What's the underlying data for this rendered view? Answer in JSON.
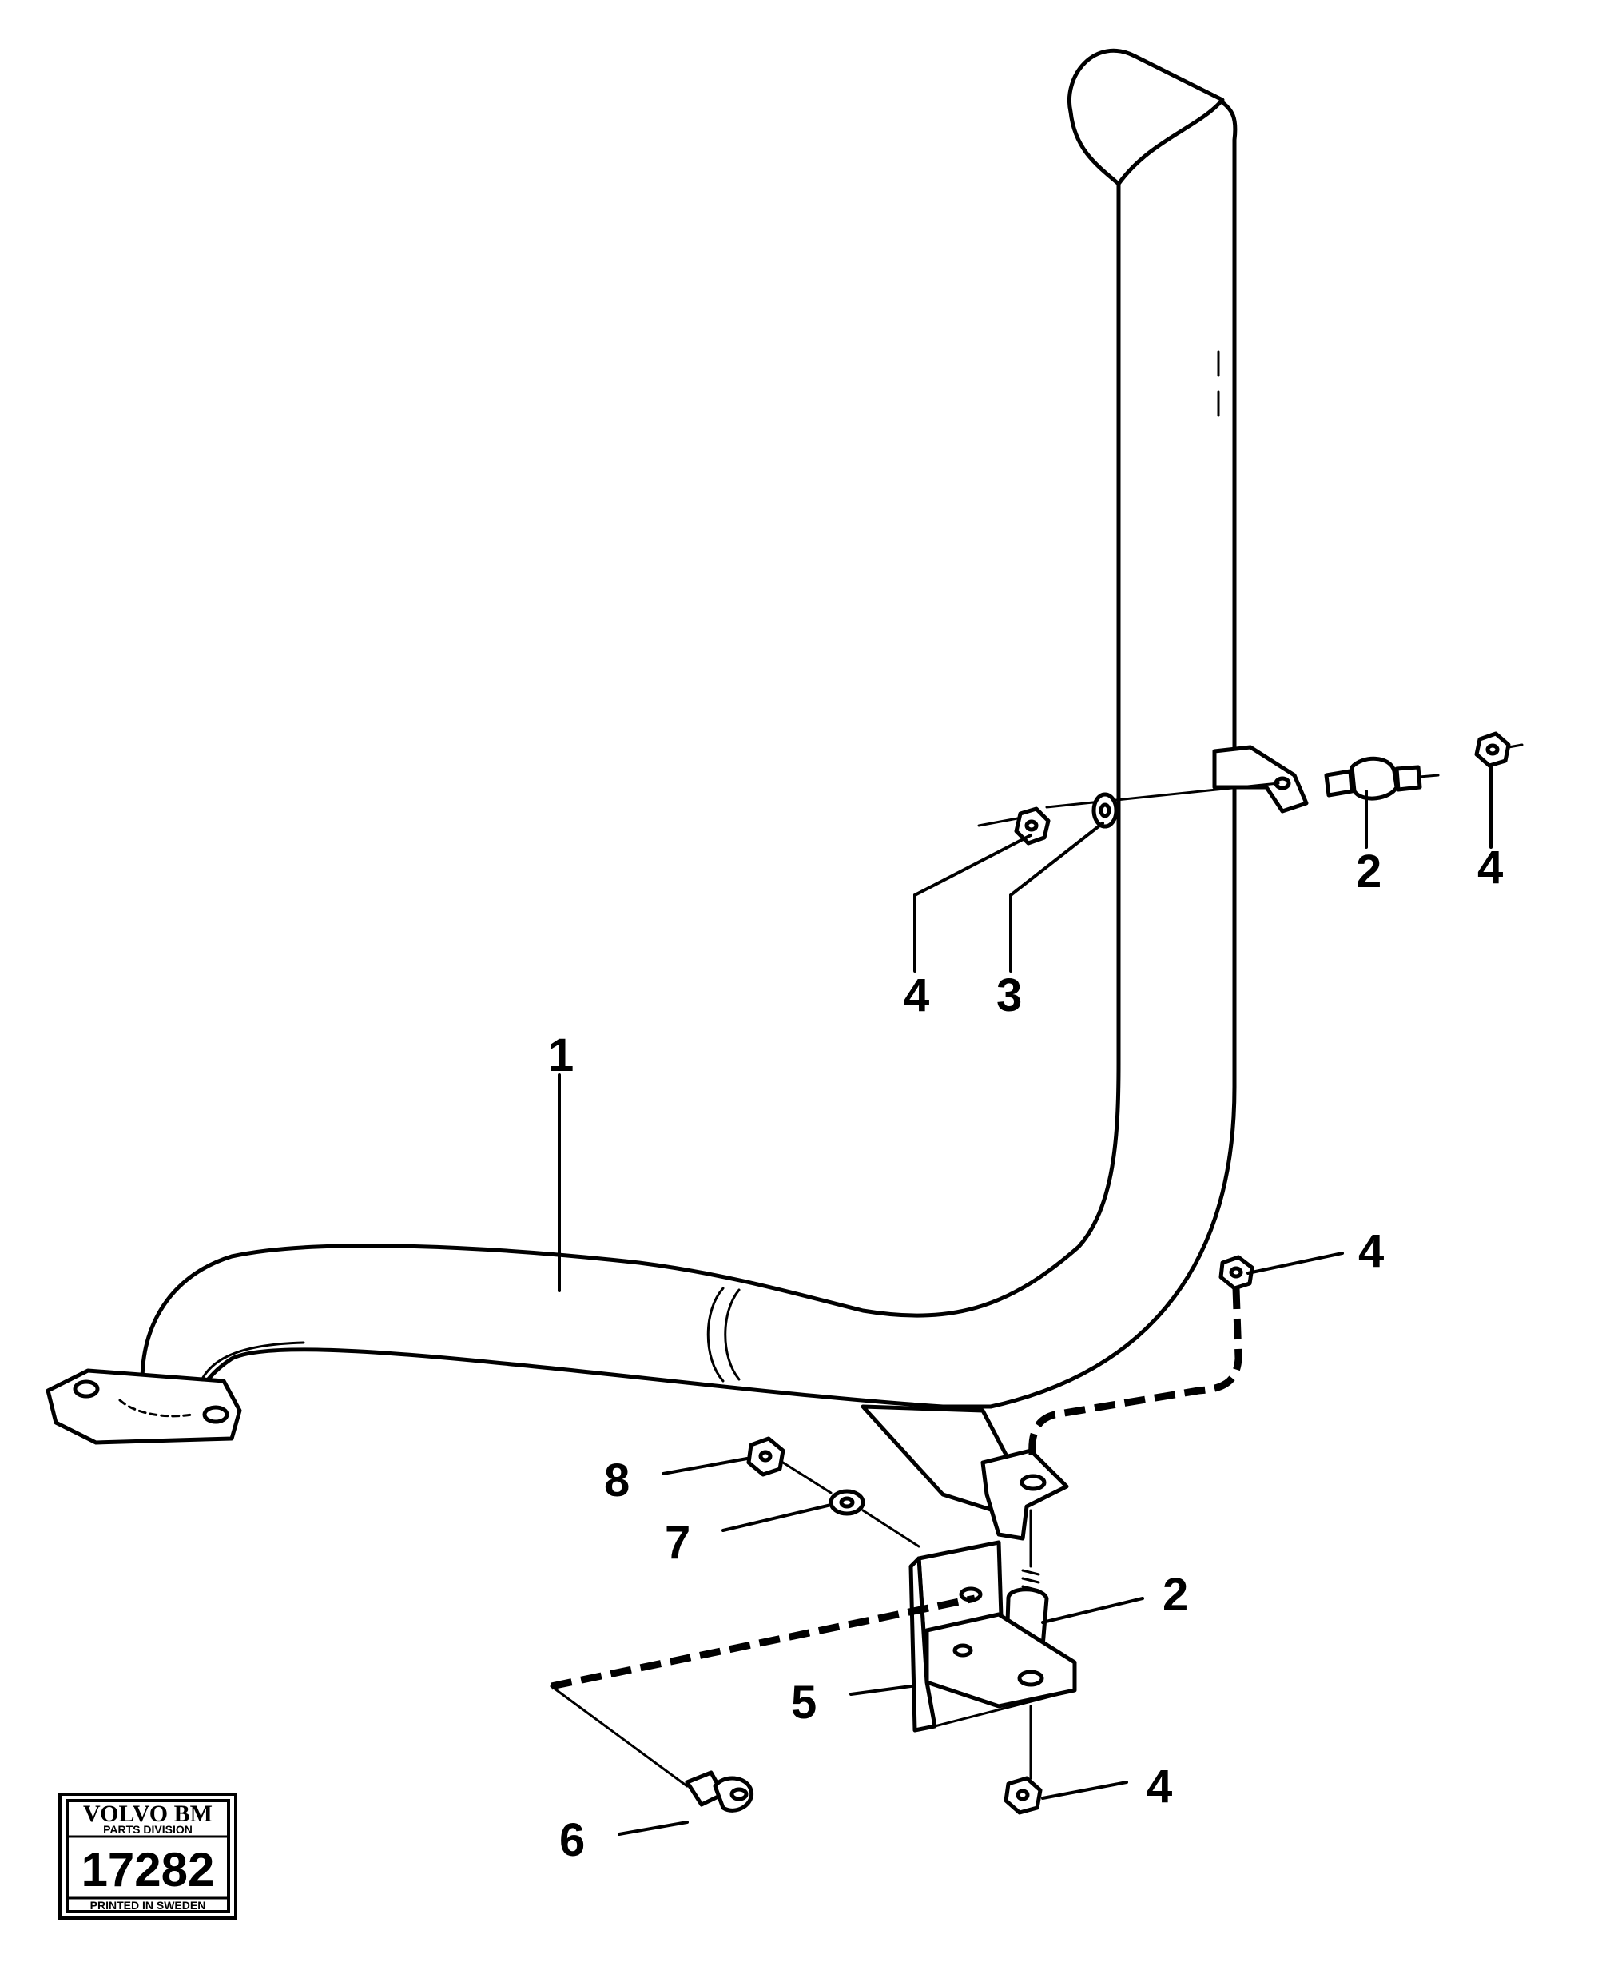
{
  "callouts": [
    {
      "id": "callout-1",
      "label": "1"
    },
    {
      "id": "callout-2-upper",
      "label": "2"
    },
    {
      "id": "callout-4-upper-right",
      "label": "4"
    },
    {
      "id": "callout-4-upper-left",
      "label": "4"
    },
    {
      "id": "callout-3",
      "label": "3"
    },
    {
      "id": "callout-4-middle",
      "label": "4"
    },
    {
      "id": "callout-8",
      "label": "8"
    },
    {
      "id": "callout-7",
      "label": "7"
    },
    {
      "id": "callout-2-lower",
      "label": "2"
    },
    {
      "id": "callout-5",
      "label": "5"
    },
    {
      "id": "callout-4-lower",
      "label": "4"
    },
    {
      "id": "callout-6",
      "label": "6"
    }
  ],
  "stamp": {
    "brand": "VOLVO BM",
    "division": "PARTS DIVISION",
    "number": "17282",
    "printed": "PRINTED IN SWEDEN"
  }
}
